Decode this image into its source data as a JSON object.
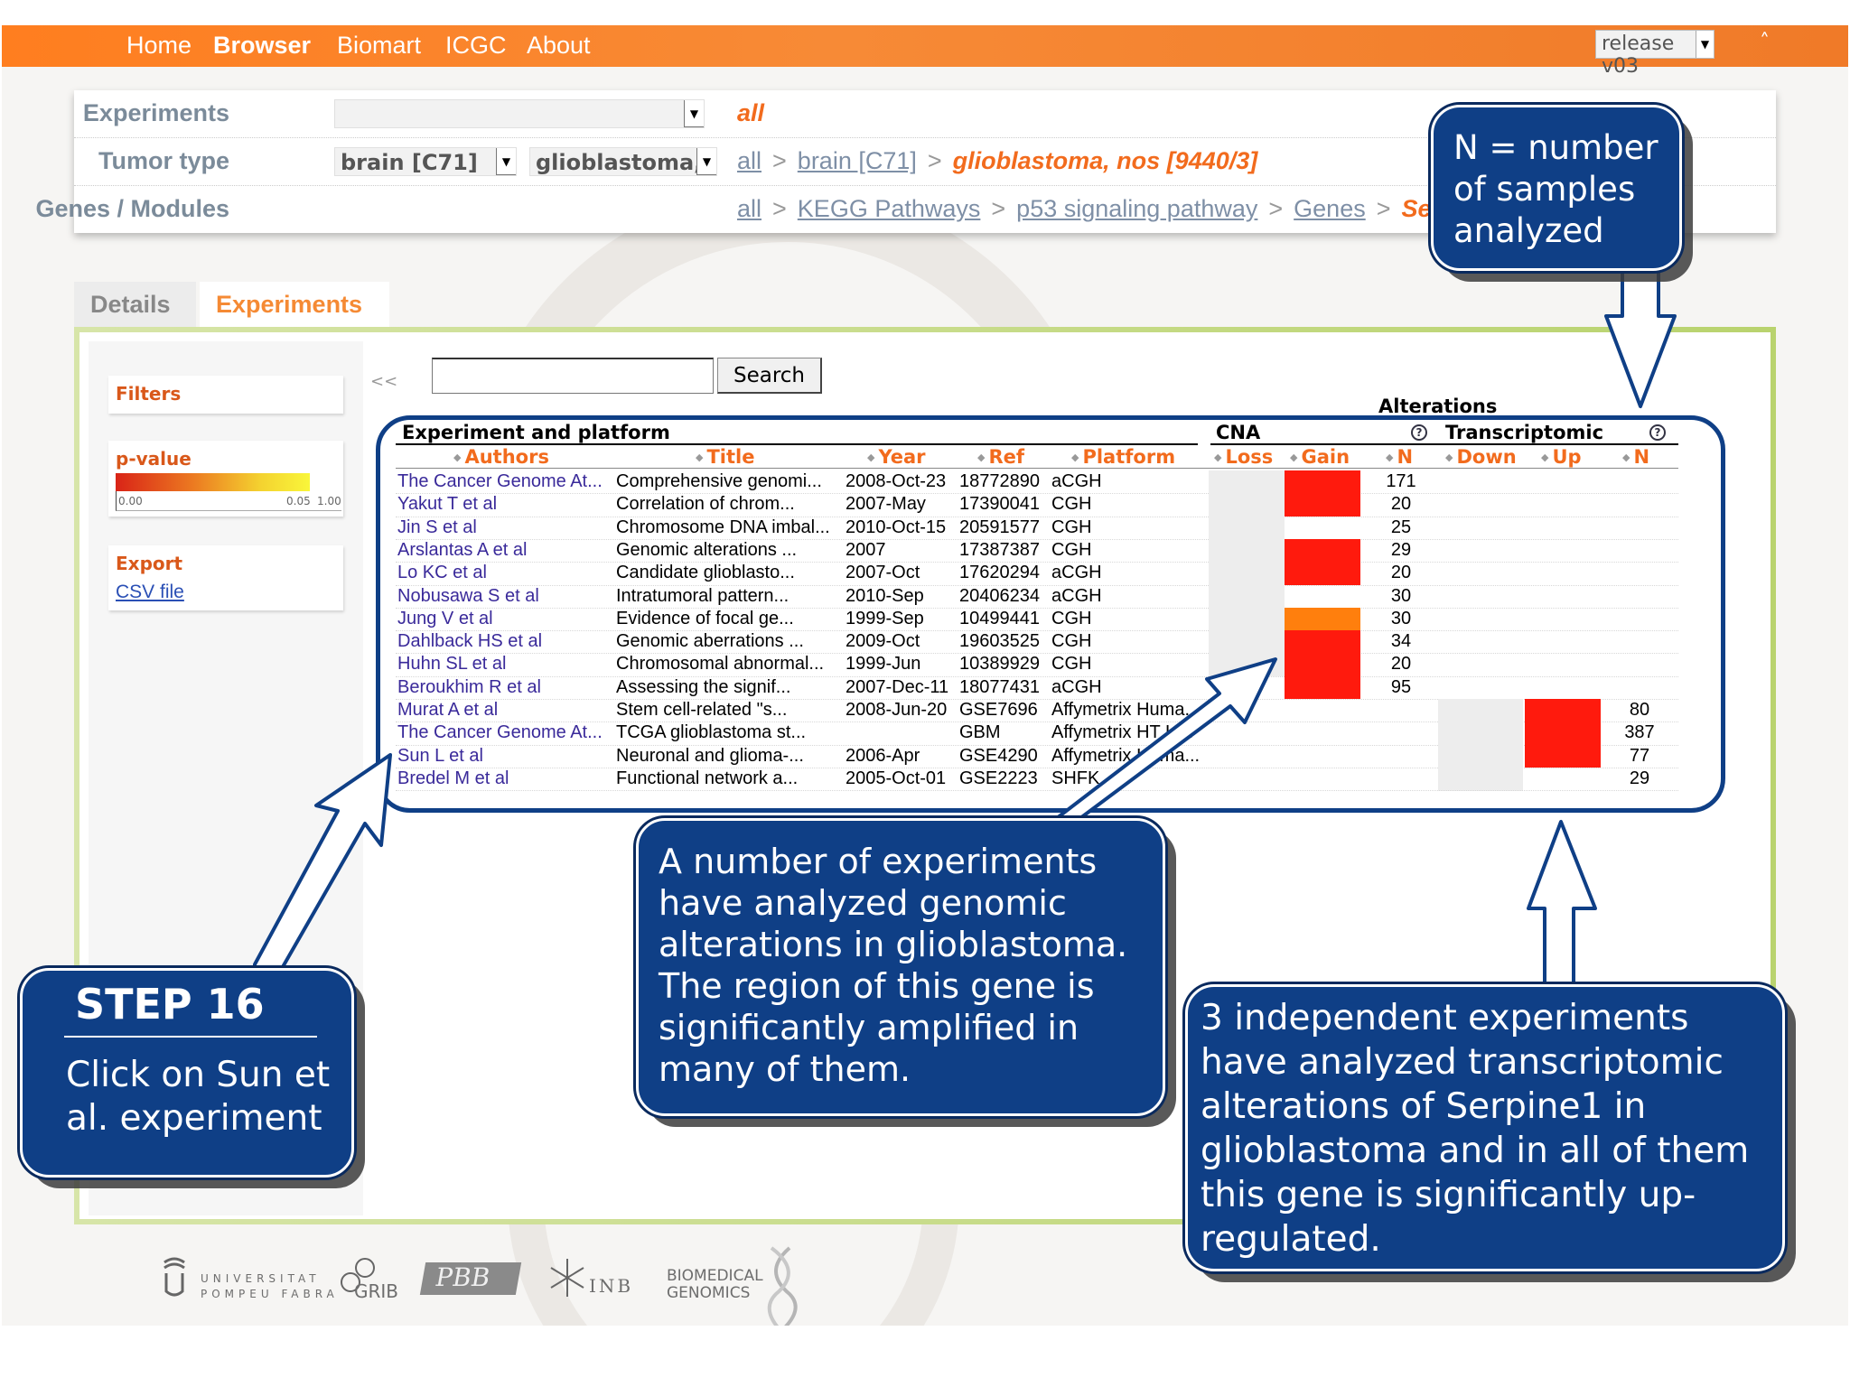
{
  "topbar": {
    "nav": [
      "Home",
      "Browser",
      "Biomart",
      "ICGC",
      "About"
    ],
    "active": "Browser",
    "release": "release v03"
  },
  "filters": {
    "experiments": {
      "label": "Experiments",
      "value": "all"
    },
    "tumor_type": {
      "label": "Tumor type",
      "select1": "brain [C71]",
      "select2": "glioblastoma, nos",
      "crumbs": [
        "all",
        "brain [C71]"
      ],
      "current": "glioblastoma, nos [9440/3]"
    },
    "genes": {
      "label": "Genes / Modules",
      "crumbs": [
        "all",
        "KEGG Pathways",
        "p53 signaling pathway",
        "Genes"
      ],
      "current_partial": "Se"
    }
  },
  "tabs": [
    "Details",
    "Experiments"
  ],
  "sidebar": {
    "collapse": "<<",
    "filters_title": "Filters",
    "pvalue_title": "p-value",
    "pvalue_ticks": [
      "0.00",
      "0.05",
      "1.00"
    ],
    "export_title": "Export",
    "export_link": "CSV file"
  },
  "search": {
    "button": "Search"
  },
  "table": {
    "group_title": "Experiment and platform",
    "alterations": "Alterations",
    "cna": "CNA",
    "transcriptomic": "Transcriptomic",
    "help": "?",
    "columns": [
      "Authors",
      "Title",
      "Year",
      "Ref",
      "Platform",
      "Loss",
      "Gain",
      "N",
      "Down",
      "Up",
      "N"
    ],
    "rows": [
      {
        "authors": "The Cancer Genome At...",
        "title": "Comprehensive genomi...",
        "year": "2008-Oct-23",
        "ref": "18772890",
        "platform": "aCGH",
        "cna_n": "171",
        "gain": "#ff1a0d",
        "loss": "#ededed",
        "tr_n": ""
      },
      {
        "authors": "Yakut T et al",
        "title": "Correlation of chrom...",
        "year": "2007-May",
        "ref": "17390041",
        "platform": "CGH",
        "cna_n": "20",
        "gain": "#ff1a0d",
        "loss": "#ededed",
        "tr_n": ""
      },
      {
        "authors": "Jin S et al",
        "title": "Chromosome DNA imbal...",
        "year": "2010-Oct-15",
        "ref": "20591577",
        "platform": "CGH",
        "cna_n": "25",
        "gain": "",
        "loss": "#ededed",
        "tr_n": ""
      },
      {
        "authors": "Arslantas A et al",
        "title": "Genomic alterations ...",
        "year": "2007",
        "ref": "17387387",
        "platform": "CGH",
        "cna_n": "29",
        "gain": "#ff1a0d",
        "loss": "#ededed",
        "tr_n": ""
      },
      {
        "authors": "Lo KC et al",
        "title": "Candidate glioblasto...",
        "year": "2007-Oct",
        "ref": "17620294",
        "platform": "aCGH",
        "cna_n": "20",
        "gain": "#ff1a0d",
        "loss": "#ededed",
        "tr_n": ""
      },
      {
        "authors": "Nobusawa S et al",
        "title": "Intratumoral pattern...",
        "year": "2010-Sep",
        "ref": "20406234",
        "platform": "aCGH",
        "cna_n": "30",
        "gain": "",
        "loss": "#ededed",
        "tr_n": ""
      },
      {
        "authors": "Jung V et al",
        "title": "Evidence of focal ge...",
        "year": "1999-Sep",
        "ref": "10499441",
        "platform": "CGH",
        "cna_n": "30",
        "gain": "#ff7f0d",
        "loss": "#ededed",
        "tr_n": ""
      },
      {
        "authors": "Dahlback HS et al",
        "title": "Genomic aberrations ...",
        "year": "2009-Oct",
        "ref": "19603525",
        "platform": "CGH",
        "cna_n": "34",
        "gain": "#ff1a0d",
        "loss": "#ededed",
        "tr_n": ""
      },
      {
        "authors": "Huhn SL et al",
        "title": "Chromosomal abnormal...",
        "year": "1999-Jun",
        "ref": "10389929",
        "platform": "CGH",
        "cna_n": "20",
        "gain": "#ff1a0d",
        "loss": "#ededed",
        "tr_n": ""
      },
      {
        "authors": "Beroukhim R et al",
        "title": "Assessing the signif...",
        "year": "2007-Dec-11",
        "ref": "18077431",
        "platform": "aCGH",
        "cna_n": "95",
        "gain": "#ff1a0d",
        "loss": "",
        "tr_n": ""
      },
      {
        "authors": "Murat A et al",
        "title": "Stem cell-related \"s...",
        "year": "2008-Jun-20",
        "ref": "GSE7696",
        "platform": "Affymetrix Huma...",
        "cna_n": "",
        "up": "#ff1a0d",
        "down": "#ededed",
        "tr_n": "80"
      },
      {
        "authors": "The Cancer Genome At...",
        "title": "TCGA glioblastoma st...",
        "year": "",
        "ref": "GBM",
        "platform": "Affymetrix HT H...",
        "cna_n": "",
        "up": "#ff1a0d",
        "down": "#ededed",
        "tr_n": "387"
      },
      {
        "authors": "Sun L et al",
        "title": "Neuronal and glioma-...",
        "year": "2006-Apr",
        "ref": "GSE4290",
        "platform": "Affymetrix Huma...",
        "cna_n": "",
        "up": "#ff1a0d",
        "down": "#ededed",
        "tr_n": "77"
      },
      {
        "authors": "Bredel M et al",
        "title": "Functional network a...",
        "year": "2005-Oct-01",
        "ref": "GSE2223",
        "platform": "SHFK",
        "cna_n": "",
        "up": "",
        "down": "#ededed",
        "tr_n": "29"
      }
    ]
  },
  "callouts": {
    "n_def": "N = number of samples analyzed",
    "step_title": "STEP 16",
    "step_text": "Click on Sun et al. experiment",
    "genomic": "A number of experiments have analyzed genomic alterations in glioblastoma. The region of this gene is significantly amplified in many of them.",
    "transcriptomic": "3 independent experiments have analyzed transcriptomic alterations of Serpine1 in glioblastoma and in all of them this gene is significantly up-regulated."
  },
  "footer": {
    "upf": [
      "UNIVERSITAT",
      "POMPEU FABRA"
    ],
    "grib": "GRIB",
    "pbb": "PBB",
    "inb": "INB",
    "biomedical": [
      "BIOMEDICAL",
      "GENOMICS"
    ]
  },
  "colors": {
    "accent": "#f26b1d",
    "callout": "#0f3f86",
    "nav": "#f78a36"
  }
}
